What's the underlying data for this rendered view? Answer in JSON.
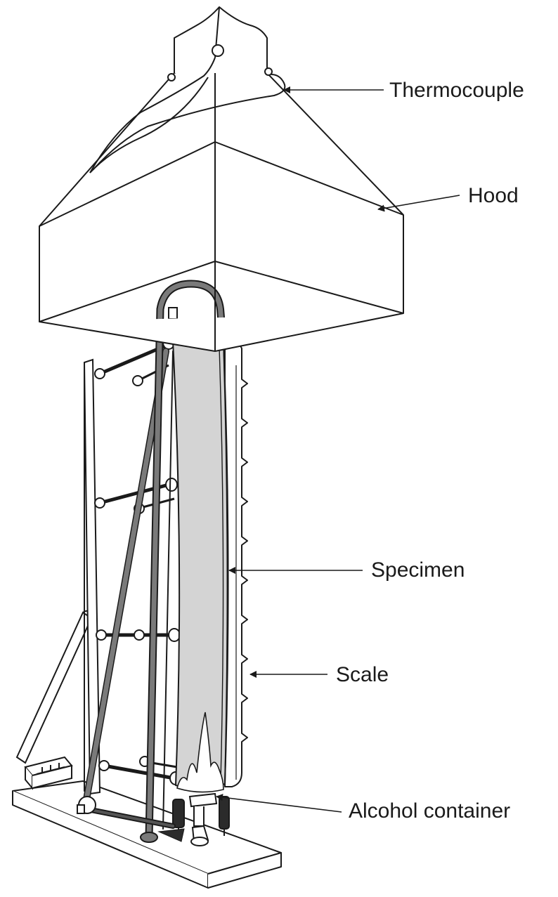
{
  "labels": {
    "thermocouple": "Thermocouple",
    "hood": "Hood",
    "specimen": "Specimen",
    "scale": "Scale",
    "alcohol_container": "Alcohol container"
  },
  "colors": {
    "stroke": "#1a1a1a",
    "specimen_fill": "#d4d4d4",
    "rod_gray": "#7a7a7a",
    "rod_dark": "#2b2b2b",
    "background": "#ffffff"
  }
}
